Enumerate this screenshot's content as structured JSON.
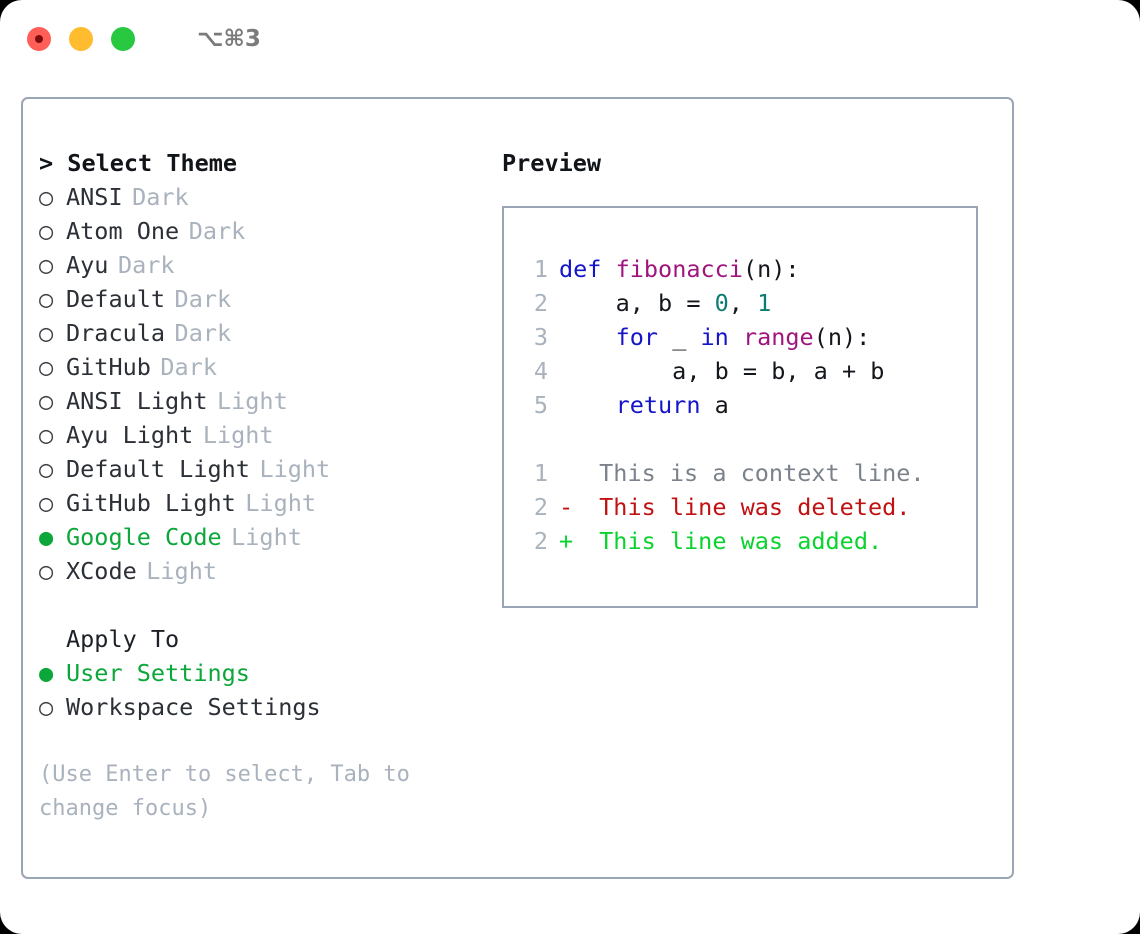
{
  "window": {
    "traffic_lights": [
      {
        "name": "close-button",
        "color": "#ff5f57"
      },
      {
        "name": "minimize-button",
        "color": "#febc2e"
      },
      {
        "name": "maximize-button",
        "color": "#28c840"
      }
    ],
    "shortcut_label": "⌥⌘3"
  },
  "theme_selector": {
    "caret": "> ",
    "title": "Select Theme",
    "marker_off": "○",
    "marker_on": "●",
    "selected_color": "#0ca73a",
    "items": [
      {
        "label": "ANSI",
        "kind": "Dark",
        "selected": false
      },
      {
        "label": "Atom One",
        "kind": "Dark",
        "selected": false
      },
      {
        "label": "Ayu",
        "kind": "Dark",
        "selected": false
      },
      {
        "label": "Default",
        "kind": "Dark",
        "selected": false
      },
      {
        "label": "Dracula",
        "kind": "Dark",
        "selected": false
      },
      {
        "label": "GitHub",
        "kind": "Dark",
        "selected": false
      },
      {
        "label": "ANSI Light",
        "kind": "Light",
        "selected": false
      },
      {
        "label": "Ayu Light",
        "kind": "Light",
        "selected": false
      },
      {
        "label": "Default Light",
        "kind": "Light",
        "selected": false
      },
      {
        "label": "GitHub Light",
        "kind": "Light",
        "selected": false
      },
      {
        "label": "Google Code",
        "kind": "Light",
        "selected": true
      },
      {
        "label": "XCode",
        "kind": "Light",
        "selected": false
      }
    ]
  },
  "apply_to": {
    "title": "Apply To",
    "items": [
      {
        "label": "User Settings",
        "selected": true
      },
      {
        "label": "Workspace Settings",
        "selected": false
      }
    ]
  },
  "hint": "(Use Enter to select, Tab to change focus)",
  "preview": {
    "title": "Preview",
    "code_lines": [
      {
        "no": "1",
        "tokens": [
          {
            "t": "def",
            "c": "kw"
          },
          {
            "t": " ",
            "c": "pln"
          },
          {
            "t": "fibonacci",
            "c": "fn"
          },
          {
            "t": "(n):",
            "c": "pln"
          }
        ]
      },
      {
        "no": "2",
        "tokens": [
          {
            "t": "    a, b = ",
            "c": "pln"
          },
          {
            "t": "0",
            "c": "num"
          },
          {
            "t": ", ",
            "c": "pln"
          },
          {
            "t": "1",
            "c": "num"
          }
        ]
      },
      {
        "no": "3",
        "tokens": [
          {
            "t": "    ",
            "c": "pln"
          },
          {
            "t": "for",
            "c": "kw"
          },
          {
            "t": " _ ",
            "c": "pln"
          },
          {
            "t": "in",
            "c": "kw"
          },
          {
            "t": " ",
            "c": "pln"
          },
          {
            "t": "range",
            "c": "fn"
          },
          {
            "t": "(n):",
            "c": "pln"
          }
        ]
      },
      {
        "no": "4",
        "tokens": [
          {
            "t": "        a, b = b, a + b",
            "c": "pln"
          }
        ]
      },
      {
        "no": "5",
        "tokens": [
          {
            "t": "    ",
            "c": "pln"
          },
          {
            "t": "return",
            "c": "kw"
          },
          {
            "t": " a",
            "c": "pln"
          }
        ]
      }
    ],
    "diff_lines": [
      {
        "no": "1",
        "sign": " ",
        "text": " This is a context line.",
        "kind": "ctx"
      },
      {
        "no": "2",
        "sign": "-",
        "text": " This line was deleted.",
        "kind": "del"
      },
      {
        "no": "2",
        "sign": "+",
        "text": " This line was added.",
        "kind": "add"
      }
    ]
  }
}
